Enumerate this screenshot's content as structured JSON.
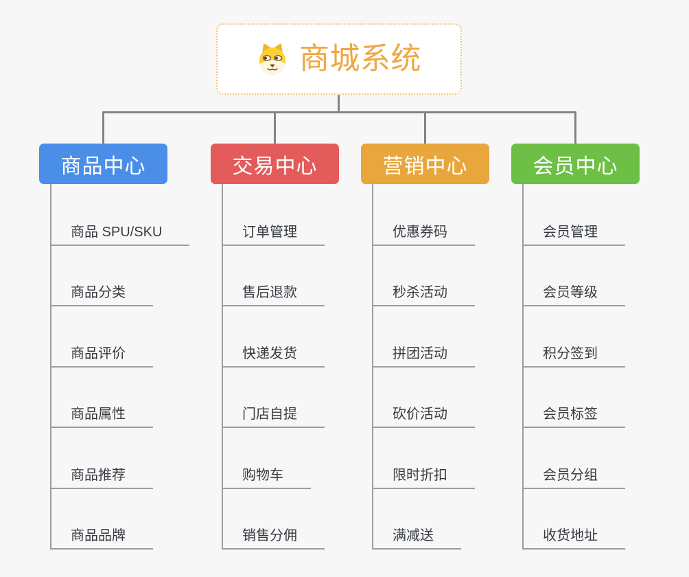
{
  "root": {
    "title": "商城系统",
    "icon": "doge-icon",
    "title_color": "#f0a742",
    "border_color": "#f1c678"
  },
  "connector": {
    "bus_color": "#838383",
    "child_line_color": "#9c9c9c"
  },
  "branches": [
    {
      "id": "product-center",
      "label": "商品中心",
      "color": "#4a8ee8",
      "children": [
        "商品 SPU/SKU",
        "商品分类",
        "商品评价",
        "商品属性",
        "商品推荐",
        "商品品牌"
      ]
    },
    {
      "id": "trade-center",
      "label": "交易中心",
      "color": "#e45b5b",
      "children": [
        "订单管理",
        "售后退款",
        "快递发货",
        "门店自提",
        "购物车",
        "销售分佣"
      ]
    },
    {
      "id": "marketing-center",
      "label": "营销中心",
      "color": "#e8a63c",
      "children": [
        "优惠券码",
        "秒杀活动",
        "拼团活动",
        "砍价活动",
        "限时折扣",
        "满减送"
      ]
    },
    {
      "id": "member-center",
      "label": "会员中心",
      "color": "#6dbf45",
      "children": [
        "会员管理",
        "会员等级",
        "积分签到",
        "会员标签",
        "会员分组",
        "收货地址"
      ]
    }
  ]
}
